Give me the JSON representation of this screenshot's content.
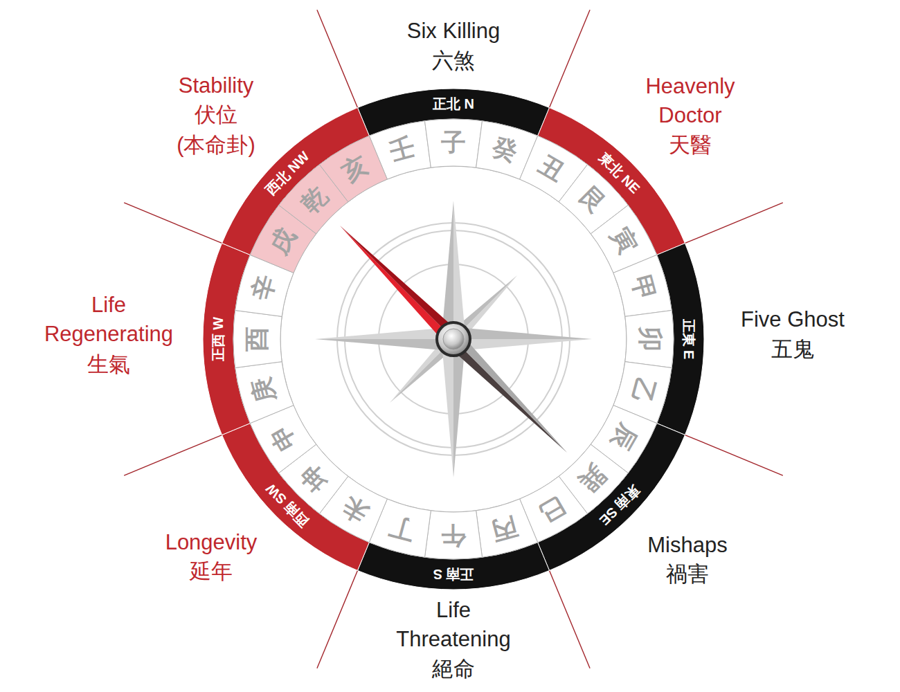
{
  "diagram": {
    "nodes": [
      {
        "text": [
          "正北 N"
        ]
      },
      {
        "text": [
          "東北 NE"
        ]
      },
      {
        "text": [
          "正東 E"
        ]
      },
      {
        "text": [
          "東南 SE"
        ]
      },
      {
        "text": [
          "正南 S"
        ]
      },
      {
        "text": [
          "西南 SW"
        ]
      },
      {
        "text": [
          "正西 W"
        ]
      },
      {
        "text": [
          "西北 NW"
        ]
      },
      {
        "text": [
          "壬"
        ]
      },
      {
        "text": [
          "子"
        ]
      },
      {
        "text": [
          "癸"
        ]
      },
      {
        "text": [
          "丑"
        ]
      },
      {
        "text": [
          "艮"
        ]
      },
      {
        "text": [
          "寅"
        ]
      },
      {
        "text": [
          "甲"
        ]
      },
      {
        "text": [
          "卯"
        ]
      },
      {
        "text": [
          "乙"
        ]
      },
      {
        "text": [
          "辰"
        ]
      },
      {
        "text": [
          "巽"
        ]
      },
      {
        "text": [
          "巳"
        ]
      },
      {
        "text": [
          "丙"
        ]
      },
      {
        "text": [
          "午"
        ]
      },
      {
        "text": [
          "丁"
        ]
      },
      {
        "text": [
          "未"
        ]
      },
      {
        "text": [
          "坤"
        ]
      },
      {
        "text": [
          "申"
        ]
      },
      {
        "text": [
          "庚"
        ]
      },
      {
        "text": [
          "酉"
        ]
      },
      {
        "text": [
          "辛"
        ]
      },
      {
        "text": [
          "戌"
        ]
      },
      {
        "text": [
          "乾"
        ]
      },
      {
        "text": [
          "亥"
        ]
      }
    ],
    "labels": [
      "Six Killing",
      "六煞",
      "Heavenly Doctor",
      "天醫",
      "Five Ghost",
      "五鬼",
      "Mishaps",
      "禍害",
      "Life Threatening",
      "絕命",
      "Longevity",
      "延年",
      "Life Regenerating",
      "生氣",
      "Stability",
      "伏位",
      "(本命卦)"
    ]
  }
}
